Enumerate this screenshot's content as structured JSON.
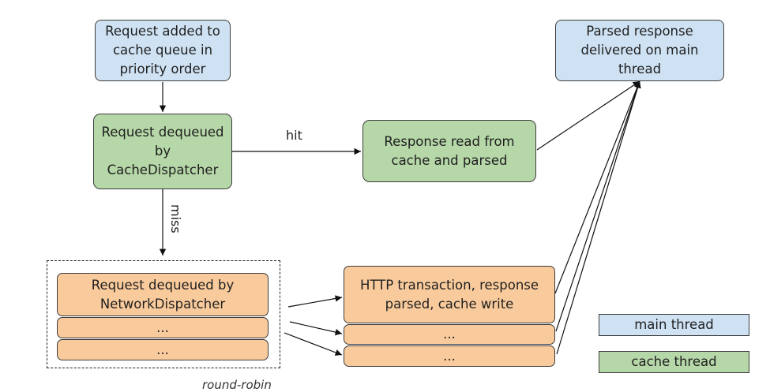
{
  "nodes": {
    "queue": "Request added to cache queue in priority order",
    "cache_dispatch": "Request dequeued by CacheDispatcher",
    "cache_read": "Response read from cache and parsed",
    "delivered": "Parsed response delivered on main thread",
    "net_dispatch": "Request dequeued by NetworkDispatcher",
    "net_dispatch_2": "...",
    "net_dispatch_3": "...",
    "http": "HTTP transaction, response parsed, cache write",
    "http_2": "...",
    "http_3": "..."
  },
  "edge_labels": {
    "hit": "hit",
    "miss": "miss"
  },
  "group_caption": "round-robin",
  "legend": {
    "main": "main thread",
    "cache": "cache thread"
  },
  "colors": {
    "main_thread": "#cfe2f3",
    "cache_thread": "#b6d7a8",
    "network_thread": "#f9cb9c"
  }
}
